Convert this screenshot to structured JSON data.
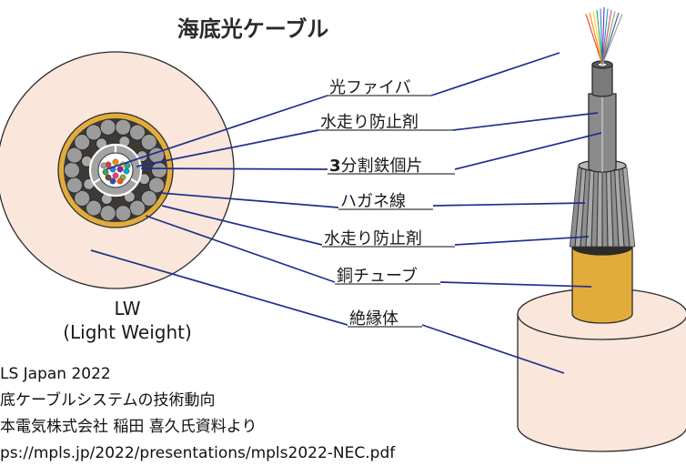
{
  "title": "海底光ケーブル",
  "labels": {
    "fiber": "光ファイバ",
    "water_block_inner": "水走り防止剤",
    "split_iron_prefix": "3",
    "split_iron_rest": "分割鉄個片",
    "steel_wire": "ハガネ線",
    "water_block_outer": "水走り防止剤",
    "copper_tube": "銅チューブ",
    "insulator": "絶縁体"
  },
  "cable_type": {
    "name": "LW",
    "full": "(Light Weight)"
  },
  "source": {
    "line1": "LS Japan 2022",
    "line2": "底ケーブルシステムの技術動向",
    "line3": "本電気株式会社 稲田 喜久氏資料より",
    "line4": "ps://mpls.jp/2022/presentations/mpls2022-NEC.pdf"
  },
  "colors": {
    "insulator": "#fae6da",
    "copper": "#e2ac3c",
    "steel": "#9a9a9a",
    "leader_line": "#1f2f8f"
  }
}
